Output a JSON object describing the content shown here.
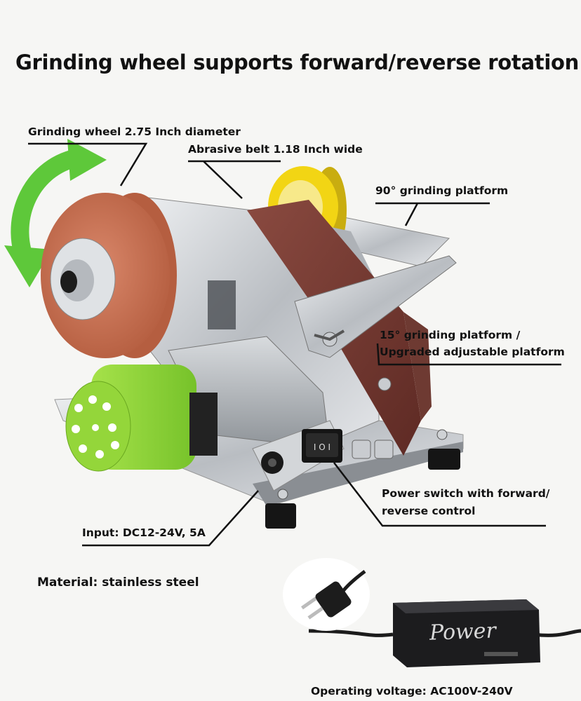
{
  "heading": "Grinding wheel supports forward/reverse rotation",
  "labels": {
    "wheel": "Grinding wheel 2.75 Inch diameter",
    "belt": "Abrasive belt  1.18 Inch wide",
    "platform90": "90° grinding platform",
    "platform15_line1": "15° grinding platform /",
    "platform15_line2": "Upgraded adjustable platform",
    "switch_line1": "Power switch with forward/",
    "switch_line2": "reverse control",
    "input": "Input: DC12-24V, 5A",
    "material": "Material: stainless steel",
    "voltage": "Operating voltage: AC100V-240V"
  },
  "adapter_text": "Power",
  "colors": {
    "wheel": "#c8714f",
    "motor": "#8fd63a",
    "belt": "#7a3a32",
    "yellow_wheel": "#f2d514",
    "arrow": "#5ec83a",
    "steel": "#c9ccd0",
    "adapter": "#1c1c1e"
  }
}
